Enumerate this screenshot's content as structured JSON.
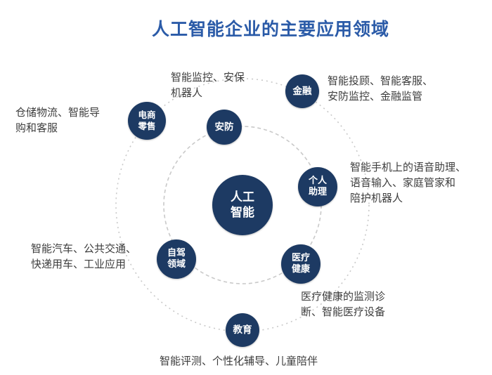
{
  "title": "人工智能企业的主要应用领域",
  "colors": {
    "node_fill": "#1d3a63",
    "title_blue": "#2b5ba8",
    "orbit_gray": "#c9c9c9",
    "annotation_text": "#3d3d3d"
  },
  "center_node": {
    "label": "人工\n智能"
  },
  "nodes": {
    "finance": {
      "label": "金融"
    },
    "security": {
      "label": "安防"
    },
    "ecommerce": {
      "label": "电商\n零售"
    },
    "assistant": {
      "label": "个人\n助理"
    },
    "medical": {
      "label": "医疗\n健康"
    },
    "driving": {
      "label": "自驾\n领域"
    },
    "education": {
      "label": "教育"
    }
  },
  "annotations": {
    "security": "智能监控、安保\n机器人",
    "finance": "智能投顾、智能客服、\n安防监控、金融监管",
    "ecommerce": "仓储物流、智能导\n购和客服",
    "assistant": "智能手机上的语音助理、\n语音输入、家庭管家和\n陪护机器人",
    "driving": "智能汽车、公共交通、\n快递用车、工业应用",
    "medical": "医疗健康的监测诊\n断、智能医疗设备",
    "education": "智能评测、个性化辅导、儿童陪伴"
  }
}
